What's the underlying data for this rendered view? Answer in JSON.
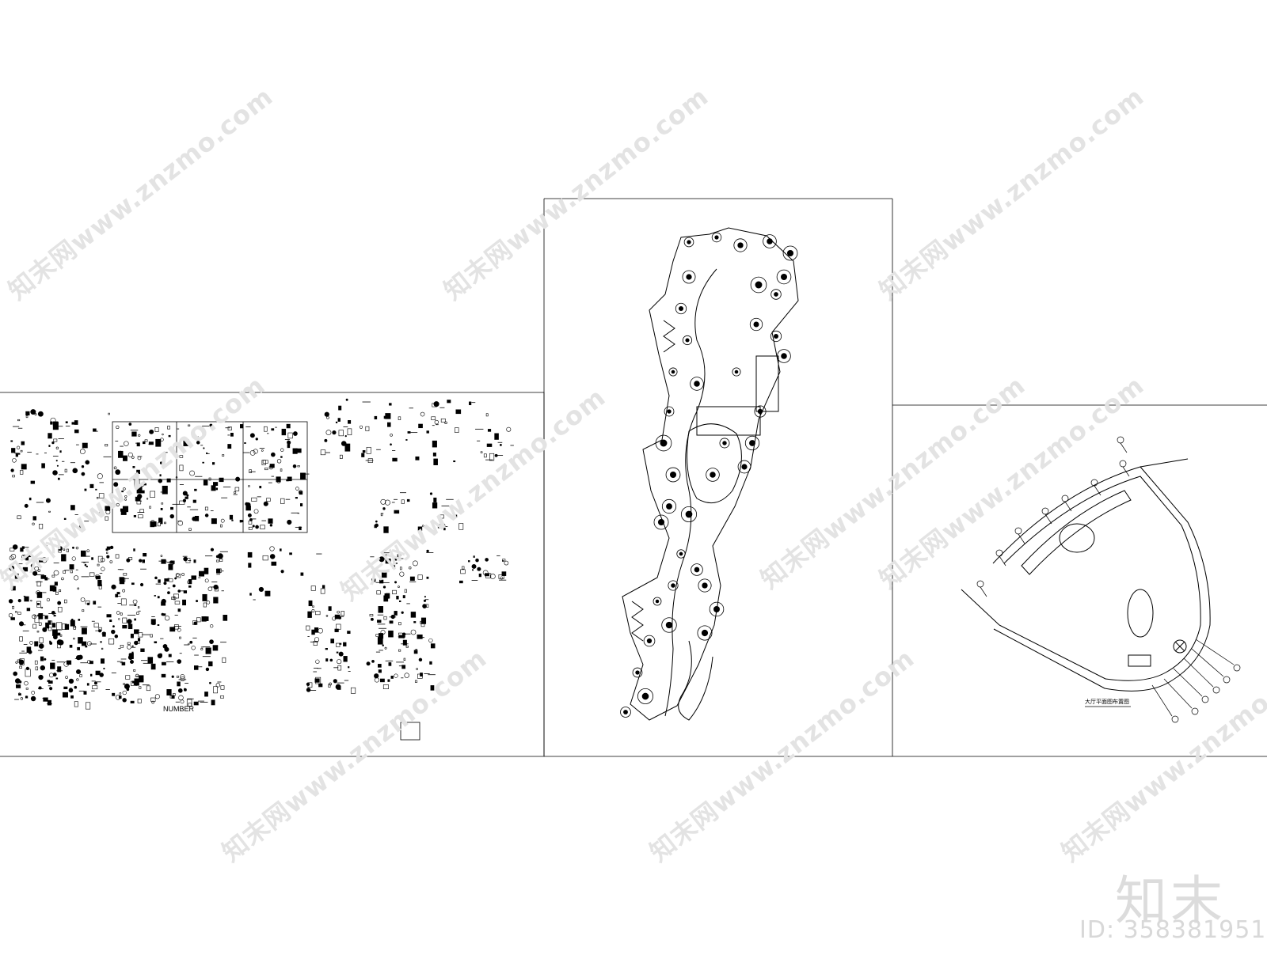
{
  "watermark": "知末网www.znzmo.com",
  "logo": "知末",
  "id_label": "ID: 358381951",
  "symbol_caption": "NUMBER",
  "plan_caption": "大厅平面图布置图",
  "colors": {
    "line": "#000000",
    "watermark": "#e3e3e3",
    "background": "#ffffff"
  }
}
